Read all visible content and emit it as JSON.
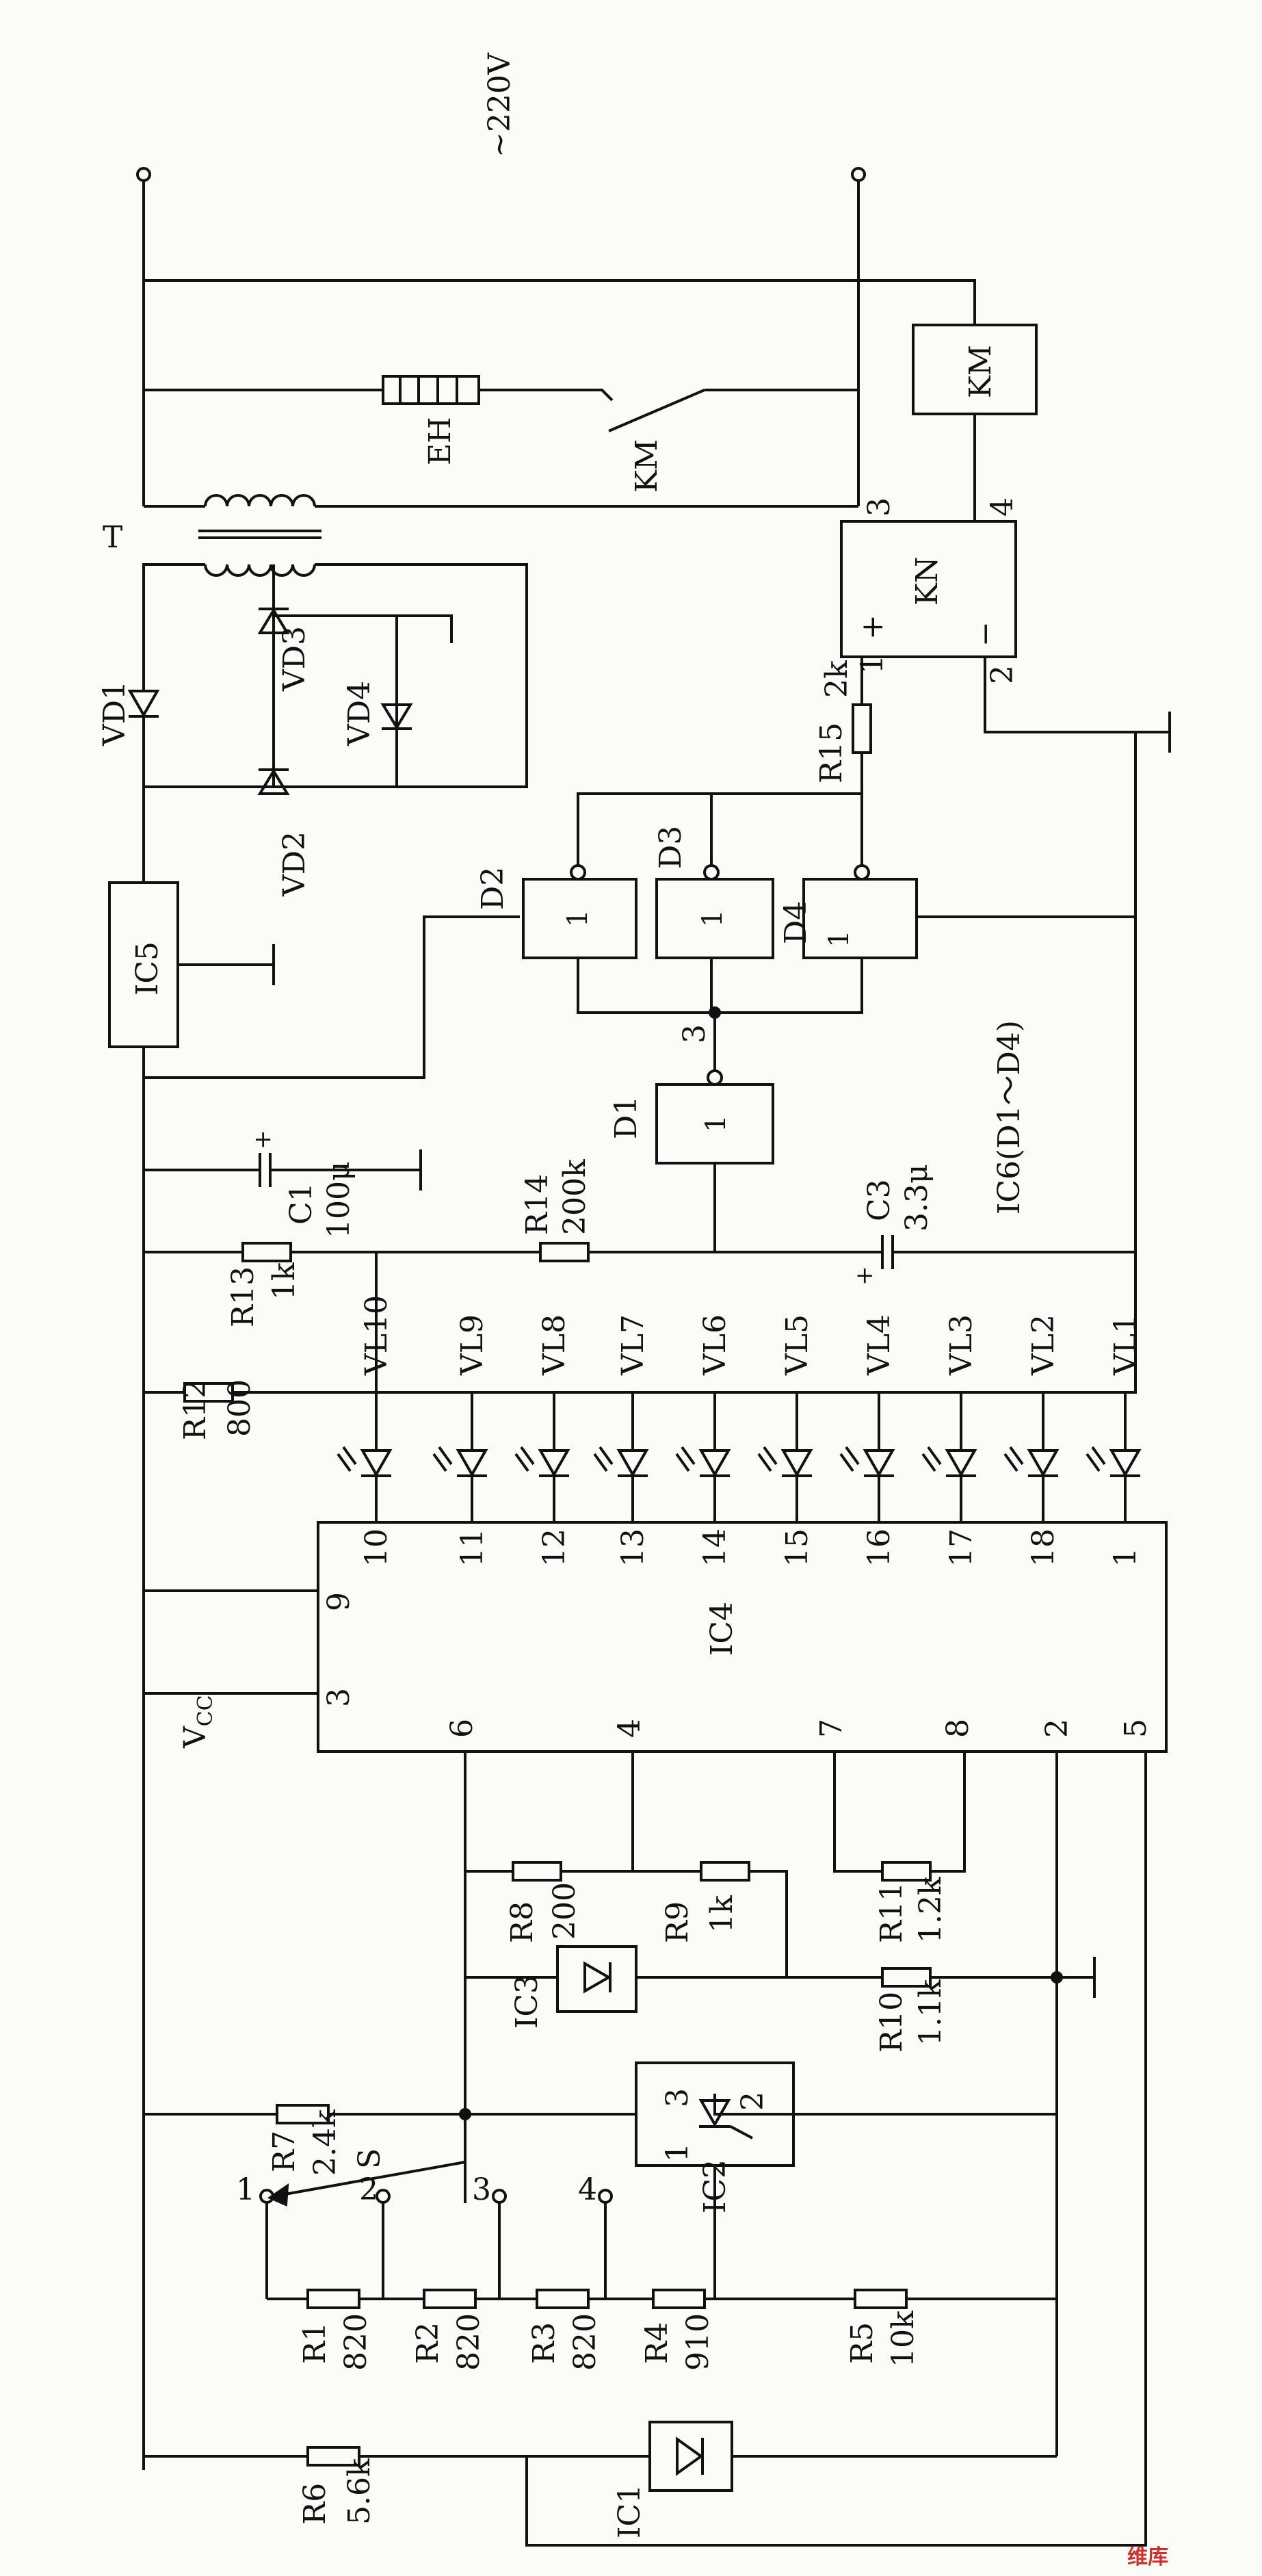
{
  "supply": {
    "label": "~220V"
  },
  "transformer": {
    "label": "T"
  },
  "heater": {
    "label": "EH"
  },
  "contactor_contact": {
    "label": "KM"
  },
  "contactor_coil": {
    "label": "KM"
  },
  "relay": {
    "label": "KN",
    "pins": [
      "1",
      "2",
      "3",
      "4"
    ],
    "plus": "+",
    "minus": "−"
  },
  "diodes": {
    "vd1": "VD1",
    "vd2": "VD2",
    "vd3": "VD3",
    "vd4": "VD4"
  },
  "ics": {
    "ic1": "IC1",
    "ic2": "IC2",
    "ic3": "IC3",
    "ic4": "IC4",
    "ic5": "IC5",
    "ic6": "IC6(D1～D4)"
  },
  "gates": {
    "d1": "D1",
    "d2": "D2",
    "d3": "D3",
    "d4": "D4",
    "one": "1",
    "pin3": "3"
  },
  "ic2_pins": [
    "3",
    "1",
    "2"
  ],
  "ic4_pins": {
    "left": [
      "9",
      "3"
    ],
    "top": [
      "10",
      "11",
      "12",
      "13",
      "14",
      "15",
      "16",
      "17",
      "18",
      "1"
    ],
    "bottom": [
      "6",
      "4",
      "7",
      "8",
      "2",
      "5"
    ]
  },
  "vcc": {
    "label": "V",
    "sub": "CC"
  },
  "leds": [
    "VL10",
    "VL9",
    "VL8",
    "VL7",
    "VL6",
    "VL5",
    "VL4",
    "VL3",
    "VL2",
    "VL1"
  ],
  "resistors": {
    "r1": {
      "name": "R1",
      "value": "820"
    },
    "r2": {
      "name": "R2",
      "value": "820"
    },
    "r3": {
      "name": "R3",
      "value": "820"
    },
    "r4": {
      "name": "R4",
      "value": "910"
    },
    "r5": {
      "name": "R5",
      "value": "10k"
    },
    "r6": {
      "name": "R6",
      "value": "5.6k"
    },
    "r7": {
      "name": "R7",
      "value": "2.4k"
    },
    "r8": {
      "name": "R8",
      "value": "200"
    },
    "r9": {
      "name": "R9",
      "value": "1k"
    },
    "r10": {
      "name": "R10",
      "value": "1.1k"
    },
    "r11": {
      "name": "R11",
      "value": "1.2k"
    },
    "r12": {
      "name": "R12",
      "value": "800"
    },
    "r13": {
      "name": "R13",
      "value": "1k"
    },
    "r14": {
      "name": "R14",
      "value": "200k"
    },
    "r15": {
      "name": "R15",
      "value": "2k"
    }
  },
  "capacitors": {
    "c1": {
      "name": "C1",
      "value": "100μ"
    },
    "c3": {
      "name": "C3",
      "value": "3.3μ"
    }
  },
  "switch": {
    "label": "S",
    "positions": [
      "1",
      "2",
      "3",
      "4"
    ]
  },
  "watermark": {
    "brand": "维库"
  }
}
